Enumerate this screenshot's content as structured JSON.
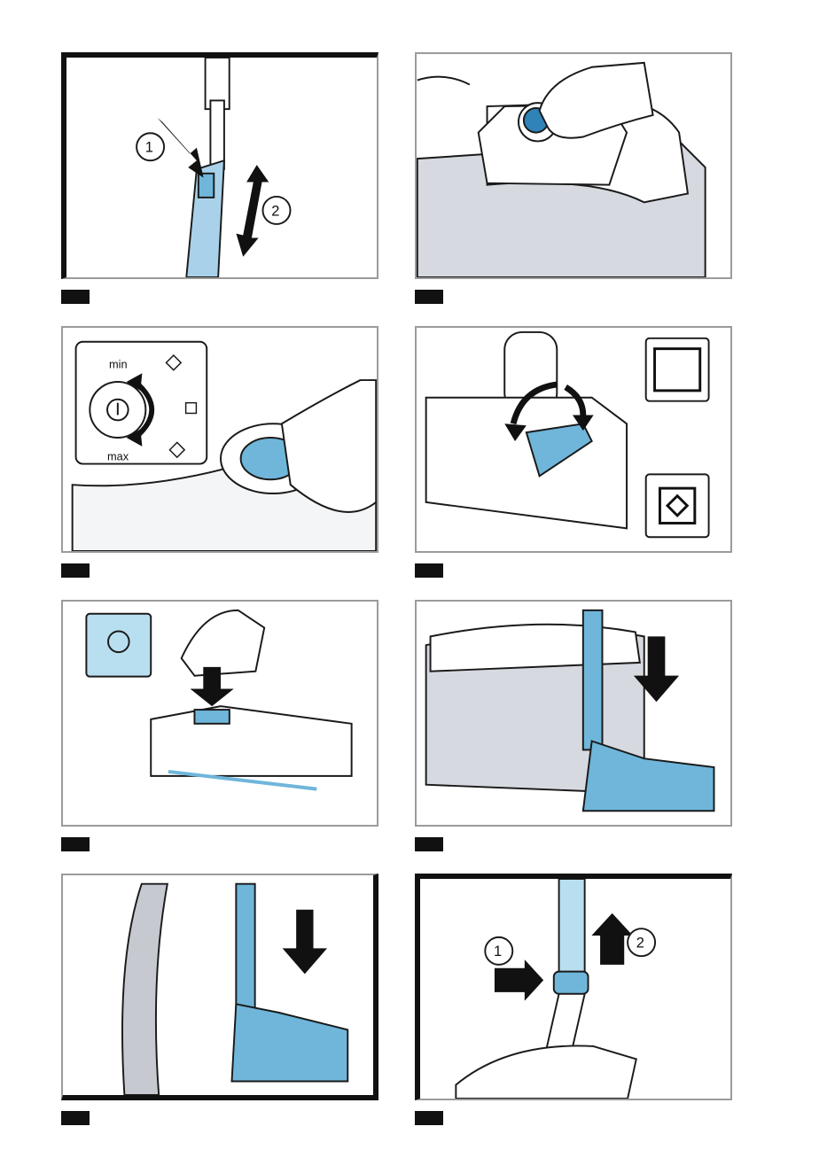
{
  "steps": {
    "s1": {
      "callout_1": "1",
      "callout_2": "2"
    },
    "s3": {
      "dial_min": "min",
      "dial_max": "max"
    },
    "s8": {
      "callout_1": "1",
      "callout_2": "2"
    }
  },
  "colors": {
    "accent": "#6fb6da",
    "accent_dark": "#2f83b6",
    "outline": "#1a1a1a",
    "body_gray": "#d6d9df"
  }
}
